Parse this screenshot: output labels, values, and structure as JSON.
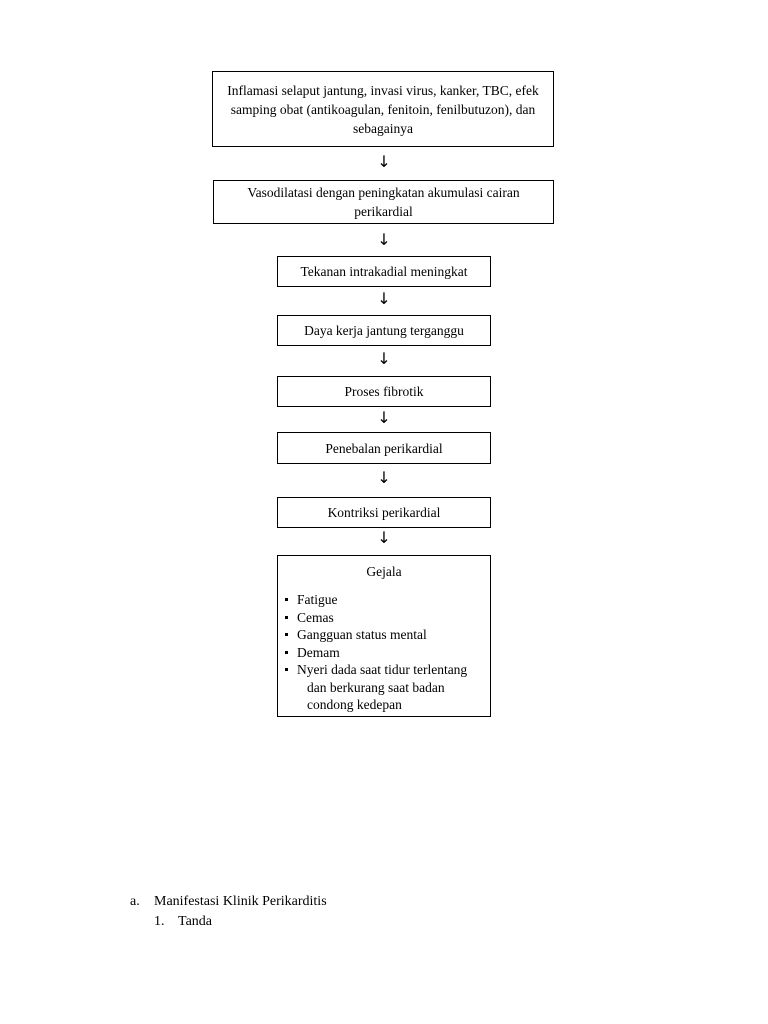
{
  "flowchart": {
    "boxes": [
      "Inflamasi selaput jantung, invasi virus, kanker, TBC, efek samping obat (antikoagulan, fenitoin, fenilbutuzon), dan sebagainya",
      "Vasodilatasi dengan peningkatan akumulasi cairan perikardial",
      "Tekanan intrakadial meningkat",
      "Daya kerja jantung terganggu",
      "Proses fibrotik",
      "Penebalan perikardial",
      "Kontriksi perikardial"
    ],
    "arrow_glyph": "↓",
    "symptoms_box": {
      "title": "Gejala",
      "items": [
        "Fatigue",
        "Cemas",
        "Gangguan status mental",
        "Demam",
        "Nyeri dada saat tidur terlentang"
      ],
      "continuation_lines": [
        "dan berkurang saat badan",
        "condong kedepan"
      ]
    }
  },
  "section": {
    "marker": "a.",
    "title": "Manifestasi Klinik Perikarditis",
    "sub_marker": "1.",
    "sub_title": "Tanda"
  }
}
